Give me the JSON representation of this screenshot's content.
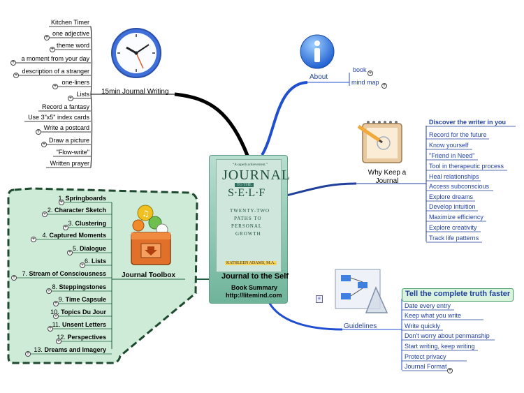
{
  "center": {
    "title": "Journal to the Self",
    "subtitle": "Book Summary",
    "url": "http://litemind.com",
    "cover": {
      "word1": "JOURNAL",
      "word2": "TO THE",
      "word3": "S·E·L·F",
      "line1": "TWENTY-TWO",
      "line2": "PATHS TO",
      "line3": "PERSONAL",
      "line4": "GROWTH",
      "author": "KATHLEEN ADAMS, M.A."
    }
  },
  "writing": {
    "title": "15min Journal Writing",
    "items": [
      "Kitchen Timer",
      "one adjective",
      "theme word",
      "a moment from your day",
      "description of a stranger",
      "one-liners",
      "Lists",
      "Record a fantasy",
      "Use 3\"x5\" index cards",
      "Write a postcard",
      "Draw a picture",
      "\"Flow-write\"",
      "Written prayer"
    ]
  },
  "about": {
    "title": "About",
    "items": [
      "book",
      "mind map"
    ]
  },
  "why": {
    "title": "Why Keep a Journal",
    "items": [
      "Discover the writer in you",
      "Record for the future",
      "Know yourself",
      "\"Friend in Need\"",
      "Tool in therapeutic process",
      "Heal relationships",
      "Access subconscious",
      "Explore dreams",
      "Develop intuition",
      "Maximize efficiency",
      "Explore creativity",
      "Track life patterns"
    ]
  },
  "guidelines": {
    "title": "Guidelines",
    "items": [
      "Tell the complete truth faster",
      "Date every entry",
      "Keep what you write",
      "Write quickly",
      "Don't worry about penmanship",
      "Start writing, keep writing",
      "Protect privacy",
      "Journal Format"
    ]
  },
  "toolbox": {
    "title": "Journal Toolbox",
    "items": [
      {
        "num": "1.",
        "name": "Springboards"
      },
      {
        "num": "2.",
        "name": "Character Sketch"
      },
      {
        "num": "3.",
        "name": "Clustering"
      },
      {
        "num": "4.",
        "name": "Captured Moments"
      },
      {
        "num": "5.",
        "name": "Dialogue"
      },
      {
        "num": "6.",
        "name": "Lists"
      },
      {
        "num": "7.",
        "name": "Stream of Consciousness"
      },
      {
        "num": "8.",
        "name": "Steppingstones"
      },
      {
        "num": "9.",
        "name": "Time Capsule"
      },
      {
        "num": "10.",
        "name": "Topics Du Jour"
      },
      {
        "num": "11.",
        "name": "Unsent Letters"
      },
      {
        "num": "12.",
        "name": "Perspectives"
      },
      {
        "num": "13.",
        "name": "Dreams and Imagery"
      }
    ]
  },
  "colors": {
    "writing": "#000000",
    "about": "#1f4fd0",
    "why": "#1f3f9a",
    "guidelines": "#1f4fd0",
    "toolbox": "#1f5f3f",
    "highlight": "#3e9b62"
  },
  "icons": [
    "clock-icon",
    "info-icon",
    "notepad-icon",
    "flowchart-icon",
    "toolbox-icon"
  ]
}
